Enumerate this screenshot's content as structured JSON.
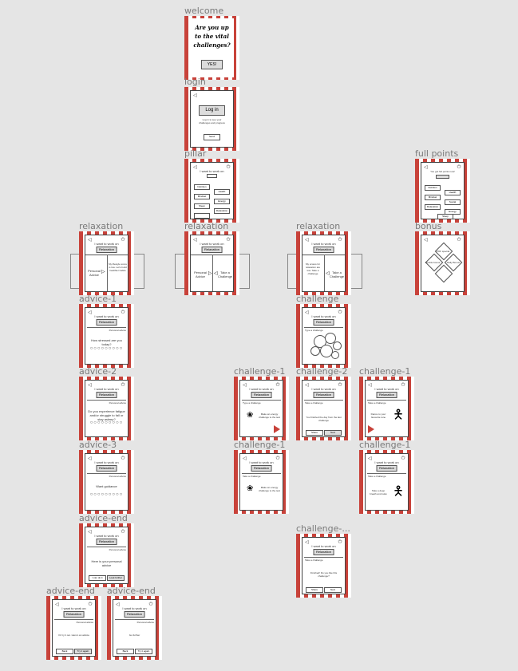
{
  "frames": {
    "welcome": {
      "label": "welcome",
      "question": "Are you up to the vital challenges?",
      "button": "YES!"
    },
    "login": {
      "label": "login",
      "button": "Log in",
      "note": "Log in to see your challenges and progress",
      "send": "Send"
    },
    "pillar": {
      "label": "pillar",
      "prompt": "I want to work on",
      "options": [
        "Nutrition",
        "Health",
        "Mindset",
        "Energy",
        "Sleep",
        "Relaxation"
      ]
    },
    "full_points": {
      "label": "full points",
      "prompt": "You got full points now!",
      "options": [
        "Nutrition",
        "Mindset",
        "Relaxation",
        "Sleep",
        "Health",
        "Social",
        "Energy"
      ]
    },
    "bonus": {
      "label": "bonus",
      "items": [
        "POF special",
        "Double bonus",
        "Daily Bonus"
      ]
    },
    "relax1": {
      "label": "relaxation",
      "prompt": "I want to work on",
      "select": "Relaxation",
      "left": "Personal Advice",
      "right": "My lifestyle score is low. Let's build healthier habits"
    },
    "relax2": {
      "label": "relaxation",
      "prompt": "I want to work on",
      "select": "Relaxation",
      "left": "Personal Advice",
      "right": "Take a Challenge"
    },
    "relax3": {
      "label": "relaxation",
      "prompt": "I want to work on",
      "select": "Relaxation",
      "left": "My scores for relaxation are low. Take a challenge",
      "right": "Take a Challenge"
    },
    "advice1": {
      "label": "advice-1",
      "prompt": "I want to work on",
      "select": "Relaxation",
      "tag": "Personal advice",
      "question": "How stressed are you today?"
    },
    "advice2": {
      "label": "advice-2",
      "prompt": "I want to work on",
      "select": "Relaxation",
      "tag": "Personal advice",
      "question": "Do you experience fatigue and/or struggle to fall or stay asleep?"
    },
    "advice3": {
      "label": "advice-3",
      "prompt": "I want to work on",
      "select": "Relaxation",
      "tag": "Personal advice",
      "question": "Want guidance"
    },
    "adviceEnd": {
      "label": "advice-end",
      "prompt": "I want to work on",
      "select": "Relaxation",
      "tag": "Personal advice",
      "text": "Here is your personal advice",
      "b1": "I can do it",
      "b2": "Look further"
    },
    "adviceEnd2": {
      "label": "advice-end",
      "prompt": "I want to work on",
      "select": "Relaxation",
      "tag": "Personal advice",
      "text": "Or try it out. Here's an advice",
      "b1": "Back",
      "b2": "Try it again"
    },
    "adviceEnd3": {
      "label": "advice-end",
      "prompt": "I want to work on",
      "select": "Relaxation",
      "tag": "Personal advice",
      "text": "Go further",
      "b1": "Back",
      "b2": "Try it again"
    },
    "challenge": {
      "label": "challenge",
      "prompt": "I want to work on",
      "select": "Relaxation",
      "tag": "Type a challenge"
    },
    "ch1a": {
      "label": "challenge-1",
      "prompt": "I want to work on",
      "select": "Relaxation",
      "tag": "Type a challenge",
      "text": "Make an energy challenge to the test"
    },
    "ch2": {
      "label": "challenge-2",
      "prompt": "I want to work on",
      "select": "Relaxation",
      "tag": "Take a challenge",
      "text": "You finished the day from the last challenge",
      "b1": "Share",
      "b2": "Next"
    },
    "ch1b": {
      "label": "challenge-1",
      "prompt": "I want to work on",
      "select": "Relaxation",
      "tag": "Take a challenge",
      "text": "Dance to your favourite tune"
    },
    "ch1c": {
      "label": "challenge-1",
      "prompt": "I want to work on",
      "select": "Relaxation",
      "tag": "Take a challenge",
      "text": "Make an energy challenge to the test"
    },
    "ch1d": {
      "label": "challenge-1",
      "prompt": "I want to work on",
      "select": "Relaxation",
      "tag": "Take a challenge",
      "text": "Take a deep breath and relax"
    },
    "chEnd": {
      "label": "challenge-...",
      "prompt": "I want to work on",
      "select": "Relaxation",
      "tag": "Take a challenge",
      "text": "Finished! Do you like this challenge?",
      "b1": "Share",
      "b2": "Next"
    }
  },
  "colors": {
    "stripe": "#c8423a",
    "canvas": "#e5e5e5"
  }
}
